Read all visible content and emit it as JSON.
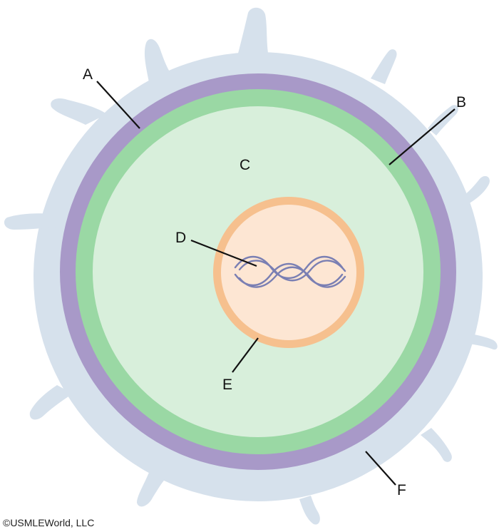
{
  "labels": {
    "a": "A",
    "b": "B",
    "c": "C",
    "d": "D",
    "e": "E",
    "f": "F"
  },
  "copyright": "©USMLEWorld, LLC",
  "colors": {
    "background": "#ffffff",
    "outer_coat": "#d6e1ec",
    "outer_membrane": "#a899c8",
    "inner_layer": "#9ad8a4",
    "cytoplasm": "#d8efdb",
    "nuclear_envelope": "#f6c08e",
    "nucleoplasm": "#fde6d3",
    "dna": "#7a7fb3",
    "leader_lines": "#111111"
  }
}
